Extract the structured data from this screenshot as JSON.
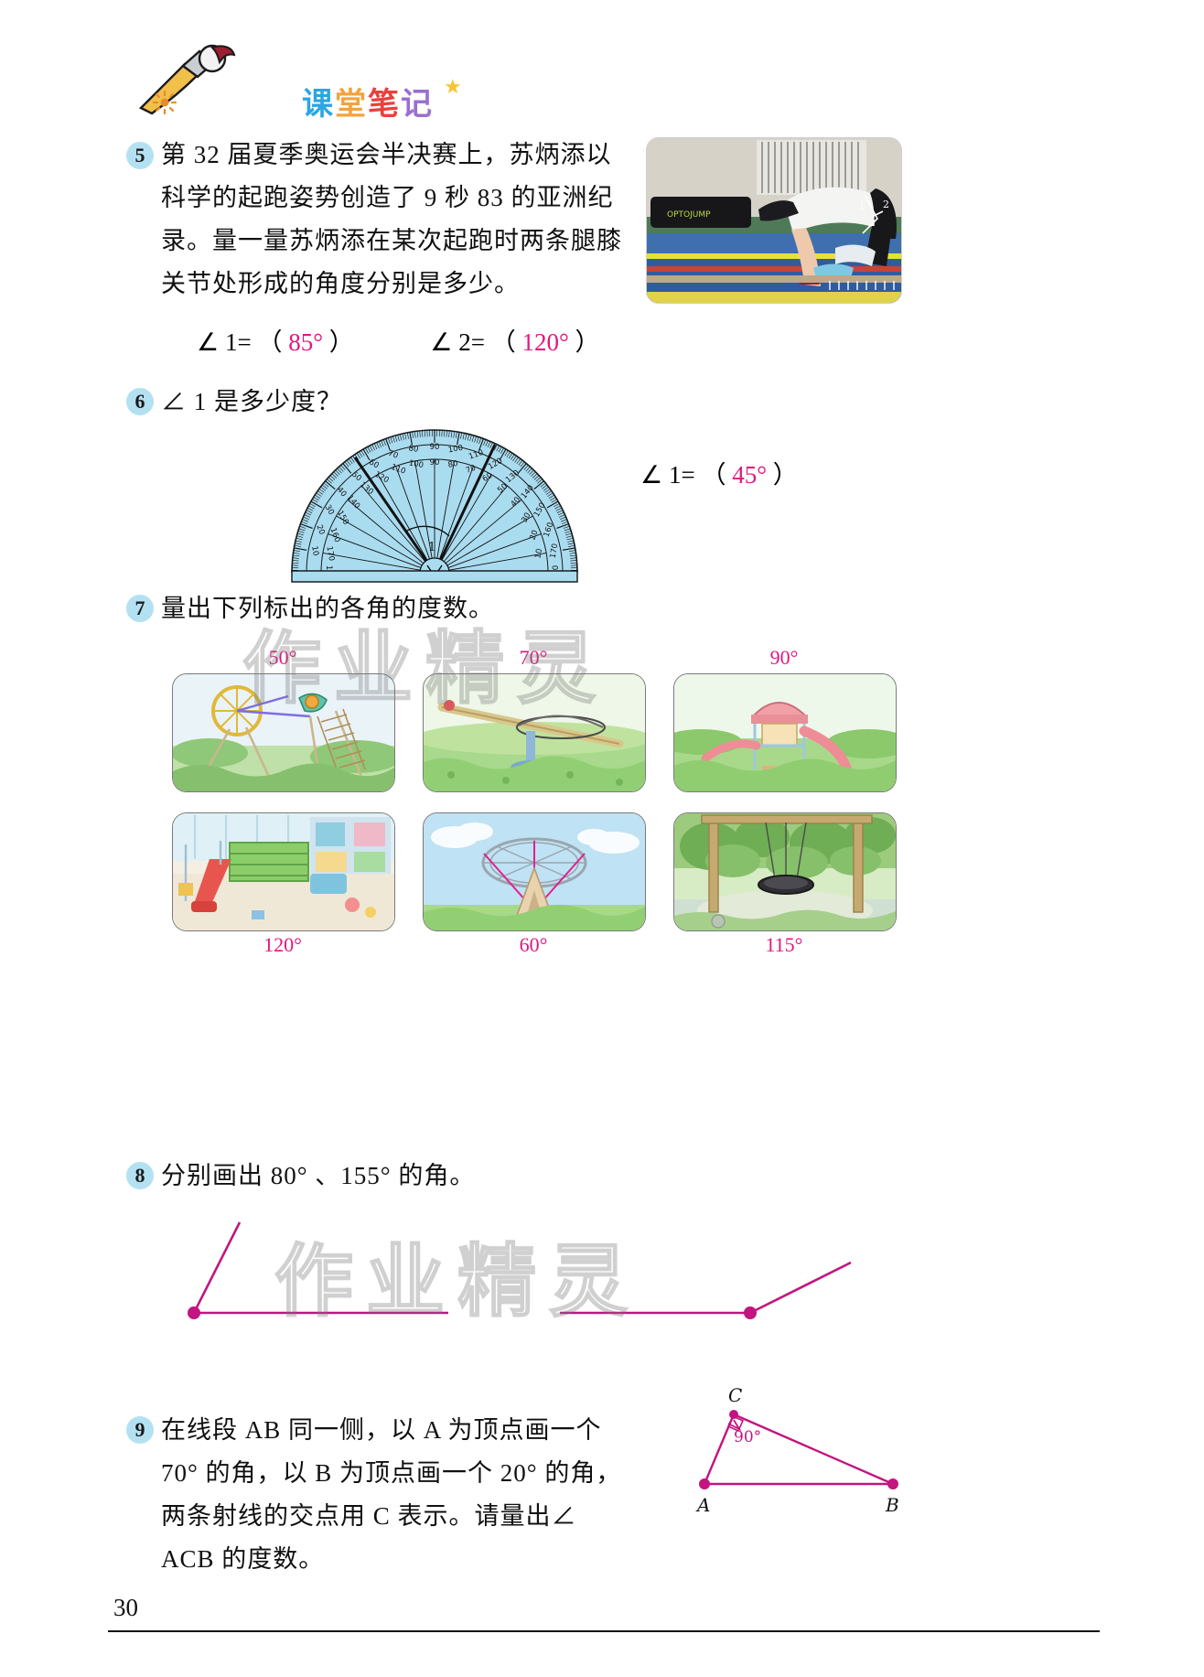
{
  "header": {
    "title_chars": [
      "课",
      "堂",
      "笔",
      "记"
    ],
    "brush_icon": "paintbrush-icon",
    "star_icon": "star-icon",
    "colors": {
      "c1": "#2ca6e0",
      "c2": "#f2a33c",
      "c3": "#e8413c",
      "c4": "#9b6fd0",
      "star": "#f5c431"
    }
  },
  "watermark": {
    "text": "作业精灵"
  },
  "answer_color": "#e2177f",
  "questions": [
    {
      "number": "5",
      "text": "第 32 届夏季奥运会半决赛上，苏炳添以科学的起跑姿势创造了 9 秒 83 的亚洲纪录。量一量苏炳添在某次起跑时两条腿膝关节处形成的角度分别是多少。",
      "photo_alt": "sprinter-starting-block-photo",
      "photo_labels": [
        "1",
        "2"
      ],
      "answers": [
        {
          "label": "∠ 1=",
          "open": "（",
          "value": "85°",
          "close": "）"
        },
        {
          "label": "∠ 2=",
          "open": "（",
          "value": "120°",
          "close": "）"
        }
      ]
    },
    {
      "number": "6",
      "text": "∠ 1 是多少度？",
      "protractor_alt": "protractor-diagram",
      "protractor_ticks_outer": [
        "0",
        "10",
        "20",
        "30",
        "40",
        "50",
        "60",
        "70",
        "80",
        "90",
        "100",
        "110",
        "120",
        "130",
        "140",
        "150",
        "160",
        "170",
        "180"
      ],
      "protractor_ticks_inner": [
        "180",
        "170",
        "160",
        "150",
        "140",
        "130",
        "120",
        "110",
        "100",
        "90",
        "80",
        "70",
        "60",
        "50",
        "40",
        "30",
        "20",
        "10",
        "0"
      ],
      "answers": [
        {
          "label": "∠ 1=",
          "open": "（",
          "value": "45°",
          "close": "）"
        }
      ]
    },
    {
      "number": "7",
      "text": "量出下列标出的各角的度数。",
      "items": [
        {
          "alt": "ferris-wheel-ride-photo",
          "value": "50°",
          "pos": "top"
        },
        {
          "alt": "seesaw-photo",
          "value": "70°",
          "pos": "top"
        },
        {
          "alt": "playground-slide-photo",
          "value": "90°",
          "pos": "top"
        },
        {
          "alt": "indoor-playroom-photo",
          "value": "120°",
          "pos": "bottom"
        },
        {
          "alt": "ferris-wheel-below-photo",
          "value": "60°",
          "pos": "bottom"
        },
        {
          "alt": "nest-swing-photo",
          "value": "115°",
          "pos": "bottom"
        }
      ]
    },
    {
      "number": "8",
      "text": "分别画出 80° 、155° 的角。",
      "drawn_angles": [
        "80°",
        "155°"
      ]
    },
    {
      "number": "9",
      "text": "在线段 AB 同一侧，以 A 为顶点画一个 70° 的角，以 B 为顶点画一个 20° 的角，两条射线的交点用 C 表示。请量出∠ ACB 的度数。",
      "figure": {
        "alt": "triangle-abc-figure",
        "vertices": [
          "A",
          "B",
          "C"
        ],
        "angle_label": "90°"
      }
    }
  ],
  "page_number": "30"
}
